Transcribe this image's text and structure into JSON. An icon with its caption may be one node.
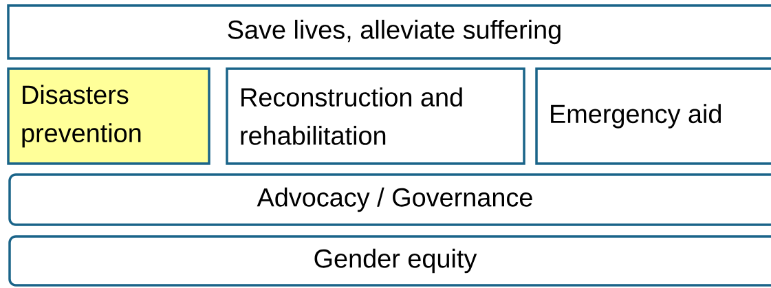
{
  "diagram": {
    "nodes": [
      {
        "text": [
          "Save lives, alleviate suffering"
        ]
      },
      {
        "text": [
          "Disasters prevention"
        ]
      },
      {
        "text": [
          "Reconstruction and rehabilitation"
        ]
      },
      {
        "text": [
          "Emergency aid"
        ]
      },
      {
        "text": [
          "Advocacy / Governance"
        ]
      },
      {
        "text": [
          "Gender equity"
        ]
      }
    ]
  }
}
